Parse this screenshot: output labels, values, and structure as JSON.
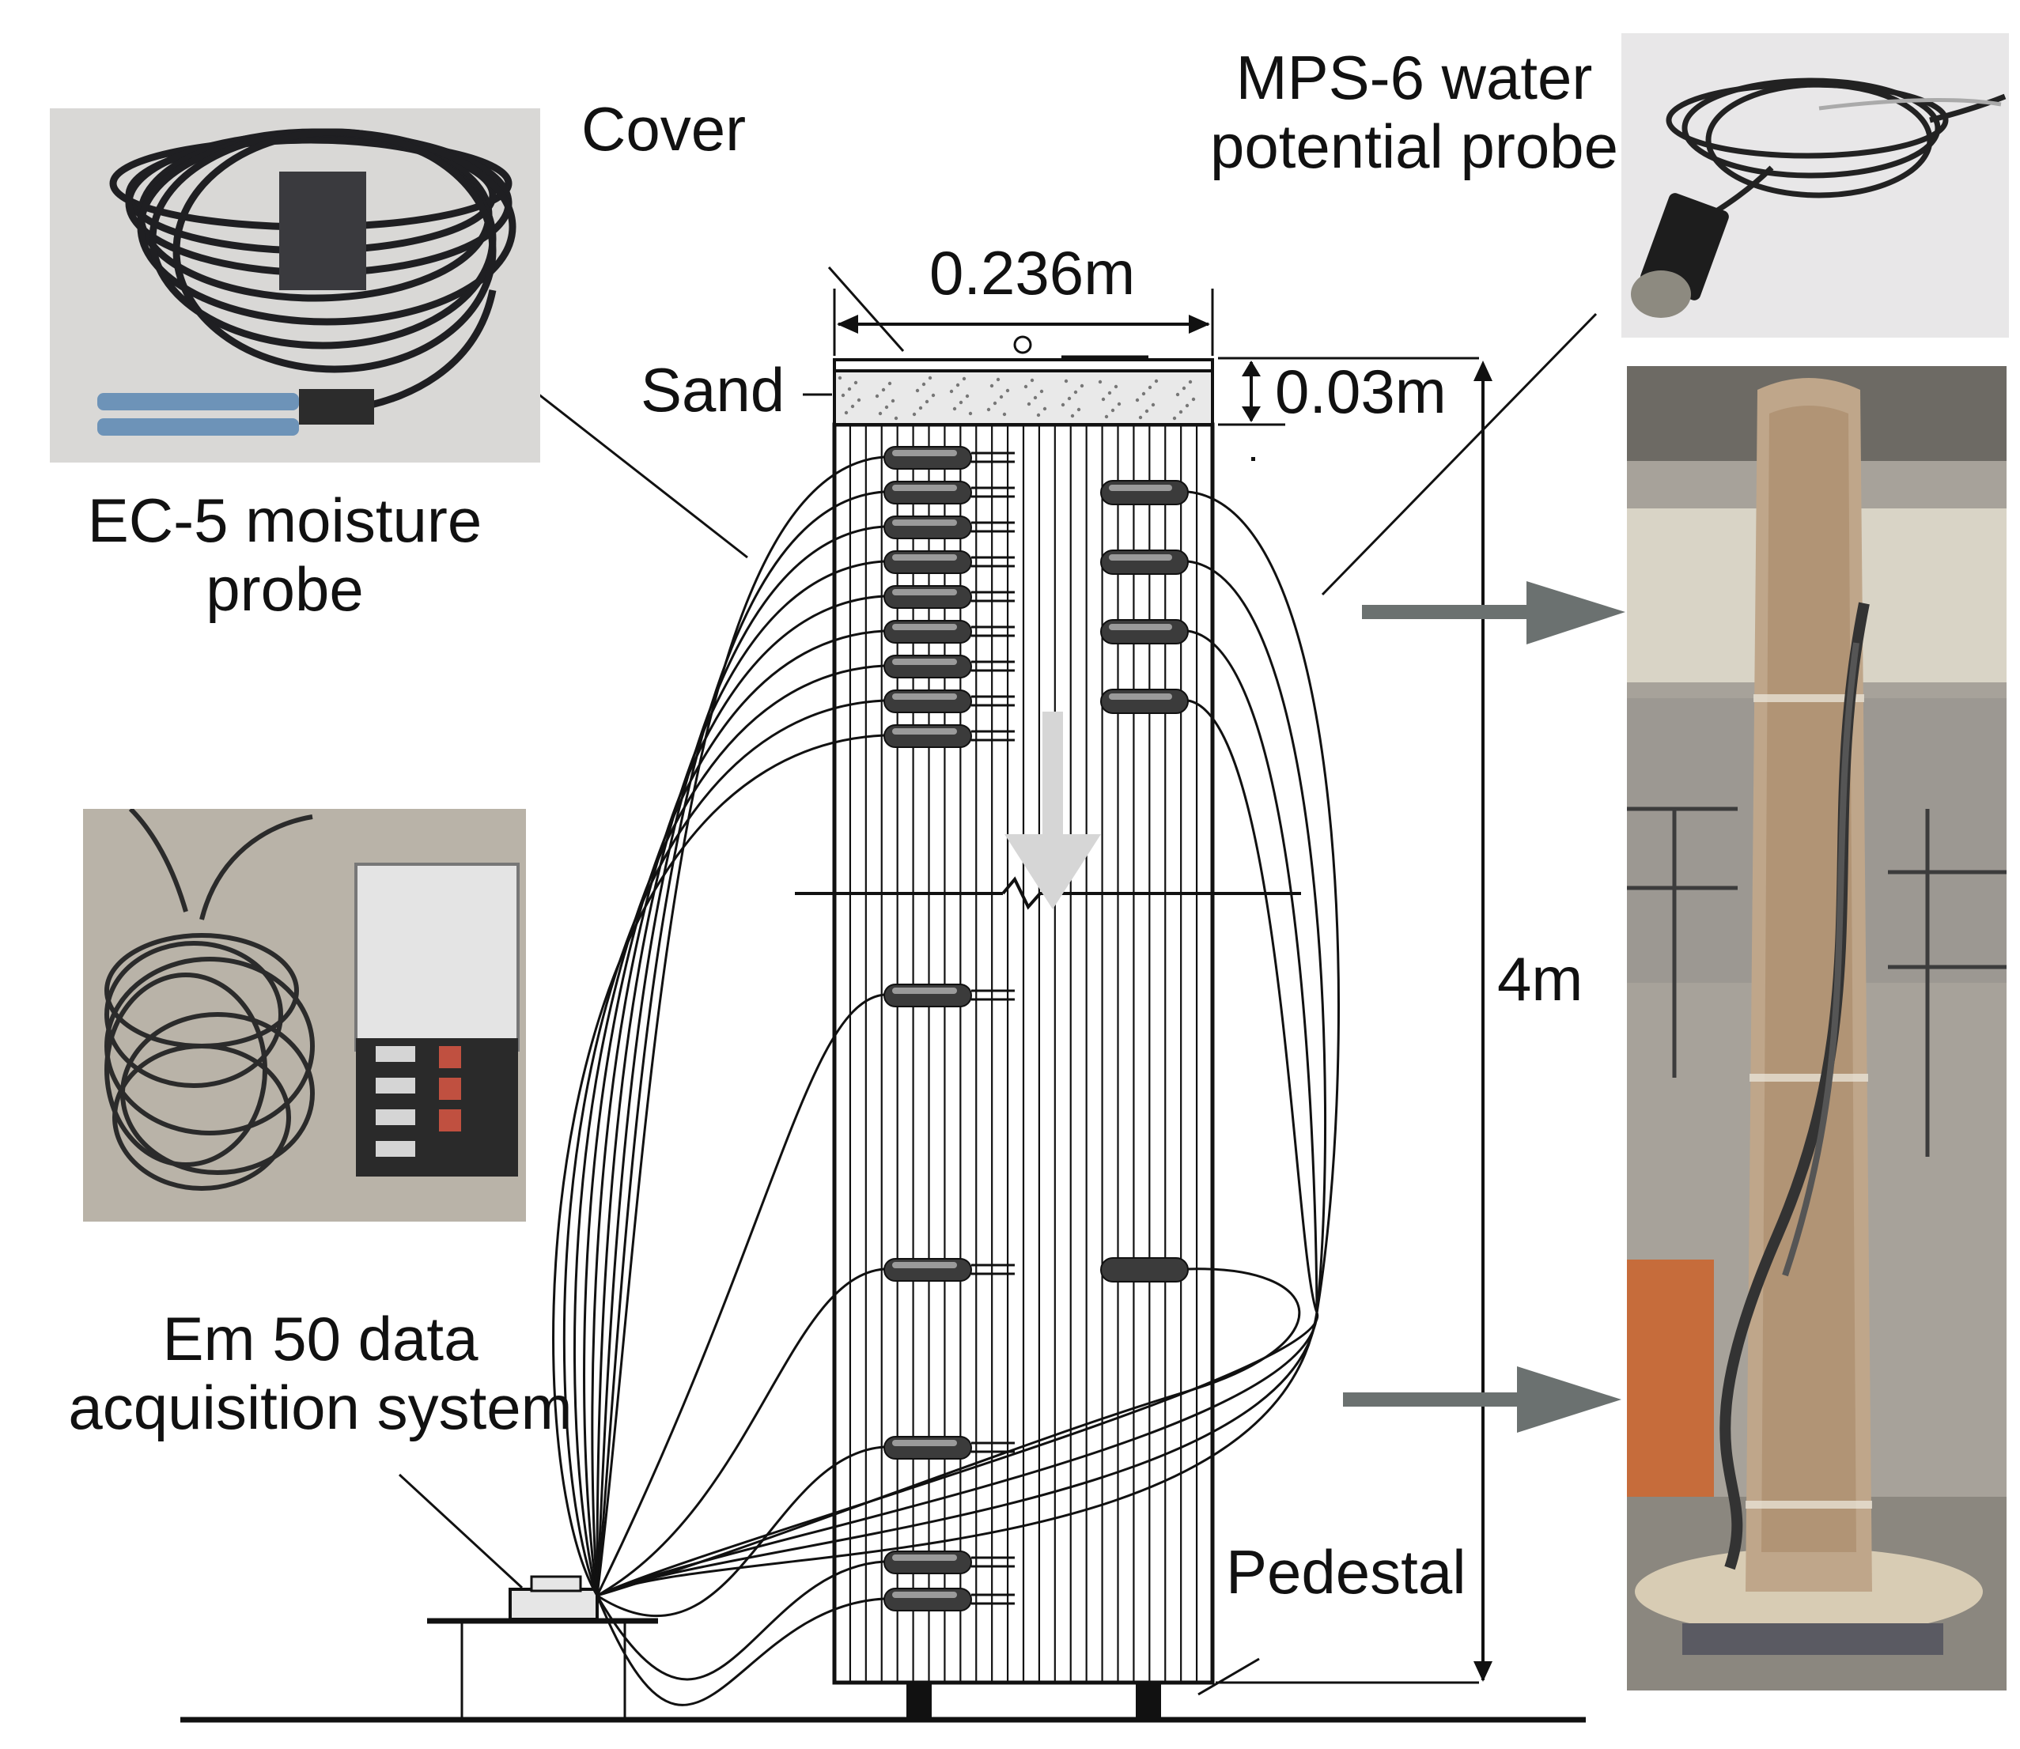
{
  "labels": {
    "cover": "Cover",
    "sand": "Sand",
    "width": "0.236m",
    "sand_thickness": "0.03m",
    "height": "4m",
    "pedestal": "Pedestal",
    "ec5_line1": "EC-5 moisture",
    "ec5_line2": "probe",
    "mps6_line1": "MPS-6 water",
    "mps6_line2": "potential probe",
    "em50_line1": "Em 50 data",
    "em50_line2": "acquisition system"
  },
  "photos": {
    "ec5_probe": "photo of EC-5 moisture probe (coiled black cable)",
    "mps6_probe": "photo of MPS-6 water potential probe",
    "em50_logger": "photo of Em 50 data logger with coiled cables",
    "soil_column": "photo of instrumented soil column"
  },
  "icons": {
    "arrow_color": "#6b7170",
    "line_color": "#111111"
  },
  "probes": {
    "left_upper_count": 9,
    "right_upper_count": 4,
    "left_lower_count": 5,
    "right_lower_count": 1
  }
}
